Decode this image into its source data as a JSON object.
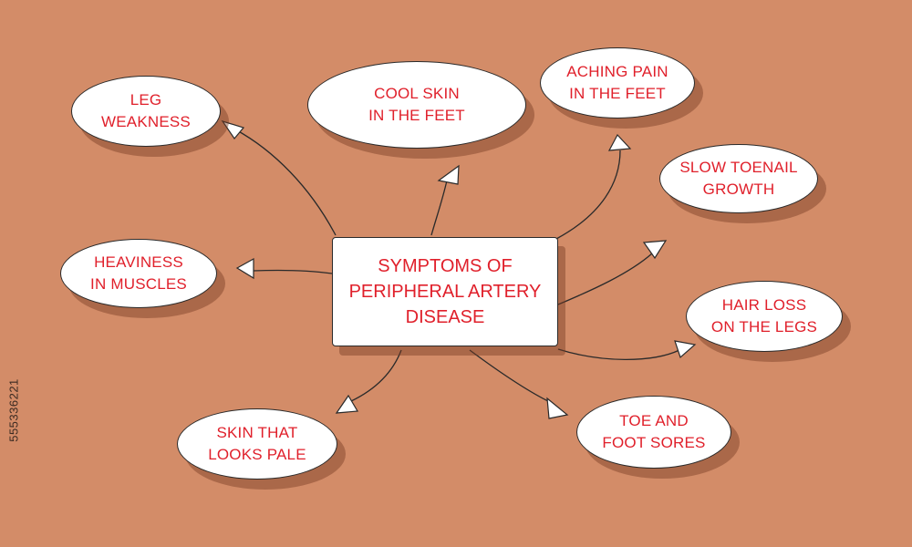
{
  "center": {
    "title": "SYMPTOMS OF\nPERIPHERAL ARTERY\nDISEASE"
  },
  "nodes": {
    "leg_weakness": "LEG\nWEAKNESS",
    "cool_skin": "COOL SKIN\nIN THE FEET",
    "aching_pain": "ACHING PAIN\nIN THE FEET",
    "slow_toenail": "SLOW TOENAIL\nGROWTH",
    "heaviness": "HEAVINESS\nIN MUSCLES",
    "hair_loss": "HAIR LOSS\nON THE LEGS",
    "pale_skin": "SKIN THAT\nLOOKS PALE",
    "toe_sores": "TOE AND\nFOOT SORES"
  },
  "watermark": {
    "id": "555336221"
  },
  "colors": {
    "background": "#d38c68",
    "text_accent": "#e0202b",
    "node_fill": "#ffffff",
    "stroke": "#2a2a2a"
  }
}
